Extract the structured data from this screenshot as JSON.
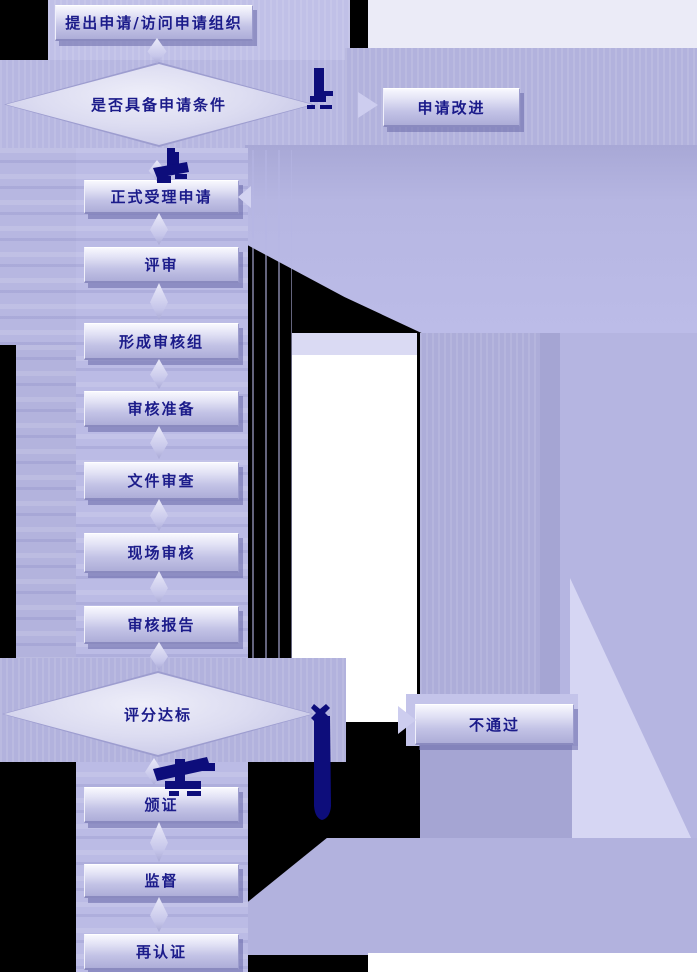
{
  "flowchart": {
    "nodes": {
      "start": "提出申请/访问申请组织",
      "decision_qualify": "是否具备申请条件",
      "improve": "申请改进",
      "accept": "正式受理申请",
      "review": "评审",
      "form_team": "形成审核组",
      "prepare": "审核准备",
      "doc_review": "文件审查",
      "site_audit": "现场审核",
      "audit_report": "审核报告",
      "decision_score": "评分达标",
      "fail": "不通过",
      "certify": "颁证",
      "supervise": "监督",
      "recertify": "再认证"
    },
    "icons": {
      "no_branch_glyph": "solid-navy-down-arrow-blob",
      "yes_branch_glyph": "solid-navy-arrow-blob",
      "fail_branch_glyph": "solid-navy-vertical-bar",
      "pass_branch_glyph": "solid-navy-arrow-blob",
      "step_arrow": "light-kite-down-arrow",
      "branch_chevron": "light-lavender-chevron"
    },
    "colors": {
      "background": "#000000",
      "wash_mid": "#b6b6e0",
      "wash_light": "#ebebf7",
      "white_patch": "#ffffff",
      "node_fill_top": "#f8f8fe",
      "node_fill_bottom": "#adadd8",
      "node_text": "#1b1b8a",
      "glyph_navy": "#0d0d7b"
    }
  }
}
